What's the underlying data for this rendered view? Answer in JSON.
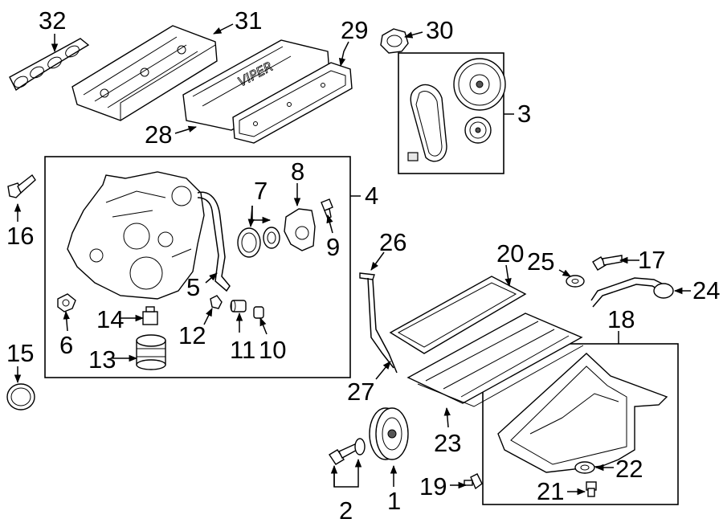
{
  "callouts": {
    "c1": "1",
    "c2": "2",
    "c3": "3",
    "c4": "4",
    "c5": "5",
    "c6": "6",
    "c7": "7",
    "c8": "8",
    "c9": "9",
    "c10": "10",
    "c11": "11",
    "c12": "12",
    "c13": "13",
    "c14": "14",
    "c15": "15",
    "c16": "16",
    "c17": "17",
    "c18": "18",
    "c19": "19",
    "c20": "20",
    "c21": "21",
    "c22": "22",
    "c23": "23",
    "c24": "24",
    "c25": "25",
    "c26": "26",
    "c27": "27",
    "c28": "28",
    "c29": "29",
    "c30": "30",
    "c31": "31",
    "c32": "32"
  },
  "logos": {
    "valve_cover_lettering": "VIPER"
  }
}
